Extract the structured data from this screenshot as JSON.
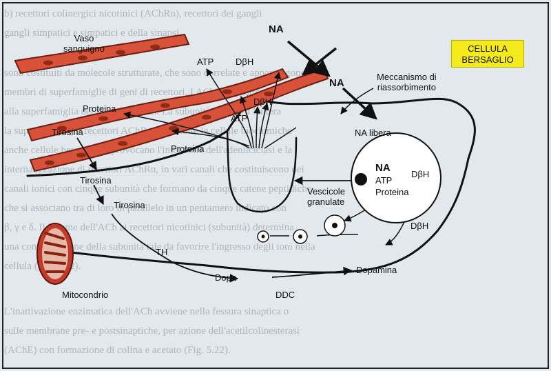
{
  "background_text": [
    "b) recettori colinergici nicotinici (AChRn), recettori dei gangli",
    "gangli simpatici e simpatici e della sinapsi.",
    "sono costituiti da molecole strutturate, che sono correlate e appartengono",
    "membri di superfamiglie di geni di recettori. I AChRn appartengo",
    "alla superfamiglia dei recettori ionici. La subunità G, infatti l'intera",
    "la superfamiglia di recettori AChRn come tutte le cellule biochimiche",
    "anche cellule bersaglio, e provocano l'inibizione dell'adenilciclasi e la",
    "internalizzazione di recettori AChRn, in vari canali che costituiscono dei",
    "canali ionici con cinque subunità che formano da cinque catene peptidiche",
    "che si associano tra di loro in parallelo in un pentamero indicato con",
    "β, γ e δ. Il legame dell'ACh ai recettori nicotinici (subunità) determina",
    "una conformazione della subunità tale da favorire l'ingresso degli ioni nella",
    "cellula (Fig. 5.22).",
    "L'inattivazione enzimatica dell'ACh avviene nella fessura sinaptica o",
    "sulle membrane pre- e postsinaptiche, per azione dell'acetilcolinesterasi",
    "(AChE) con formazione di colina e acetato (Fig. 5.22)."
  ],
  "labels": {
    "vaso_sanguigno": "Vaso\nsanguigno",
    "na_top": "NA",
    "atp_top": "ATP",
    "dbh_top": "DβH",
    "dbh_mid": "DβH",
    "atp_mid": "ATP",
    "proteina_left": "Proteina",
    "proteina_mid": "Proteina",
    "na_release": "NA",
    "meccanismo": "Meccanismo di\nriassorbimento",
    "cellula_bersaglio": "CELLULA\nBERSAGLIO",
    "na_libera": "NA libera",
    "tirosina_1": "Tirosina",
    "tirosina_2": "Tirosina",
    "tirosina_3": "Tirosina",
    "th": "TH",
    "vescicole": "Vescicole\ngranulate",
    "vesicle_na": "NA",
    "vesicle_atp": "ATP",
    "vesicle_proteina": "Proteina",
    "vesicle_dbh": "DβH",
    "dbh_right": "DβH",
    "dopa": "Dopa",
    "dopamina": "Dopamina",
    "ddc": "DDC",
    "mitocondrio": "Mitocondrio"
  },
  "colors": {
    "vessel_fill": "#d8523a",
    "vessel_outline": "#6b1e12",
    "badge": "#f4ea1c",
    "line": "#111111"
  }
}
